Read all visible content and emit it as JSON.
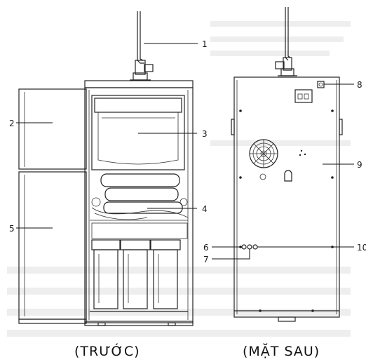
{
  "front": {
    "caption": "(TRƯỚC)",
    "callouts": [
      {
        "num": "1"
      },
      {
        "num": "2"
      },
      {
        "num": "3"
      },
      {
        "num": "4"
      },
      {
        "num": "5"
      }
    ]
  },
  "back": {
    "caption": "(MẶT SAU)",
    "callouts": [
      {
        "num": "8"
      },
      {
        "num": "9"
      },
      {
        "num": "6"
      },
      {
        "num": "10"
      },
      {
        "num": "7"
      }
    ]
  },
  "colors": {
    "line": "#222222",
    "background": "#ffffff",
    "ghost_text": "#eeeeee"
  }
}
